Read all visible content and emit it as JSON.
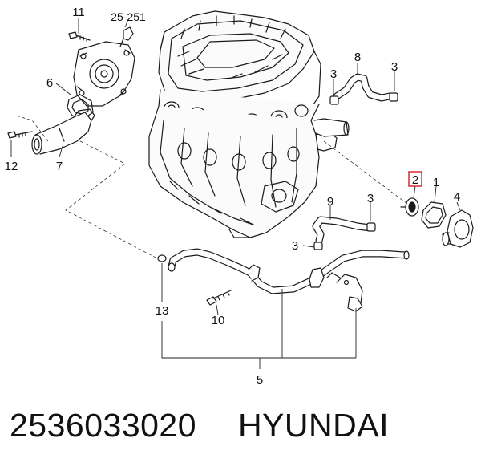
{
  "diagram": {
    "reference_label": "25-251",
    "callouts": [
      {
        "id": "11",
        "label": "11"
      },
      {
        "id": "6",
        "label": "6"
      },
      {
        "id": "12",
        "label": "12"
      },
      {
        "id": "7",
        "label": "7"
      },
      {
        "id": "8",
        "label": "8"
      },
      {
        "id": "3a",
        "label": "3"
      },
      {
        "id": "3b",
        "label": "3"
      },
      {
        "id": "2",
        "label": "2",
        "highlighted": true
      },
      {
        "id": "1",
        "label": "1"
      },
      {
        "id": "4",
        "label": "4"
      },
      {
        "id": "9",
        "label": "9"
      },
      {
        "id": "3c",
        "label": "3"
      },
      {
        "id": "3d",
        "label": "3"
      },
      {
        "id": "13",
        "label": "13"
      },
      {
        "id": "10",
        "label": "10"
      },
      {
        "id": "5",
        "label": "5"
      }
    ],
    "highlight_color": "#d42020"
  },
  "caption": {
    "part_number": "2536033020",
    "brand": "HYUNDAI"
  }
}
